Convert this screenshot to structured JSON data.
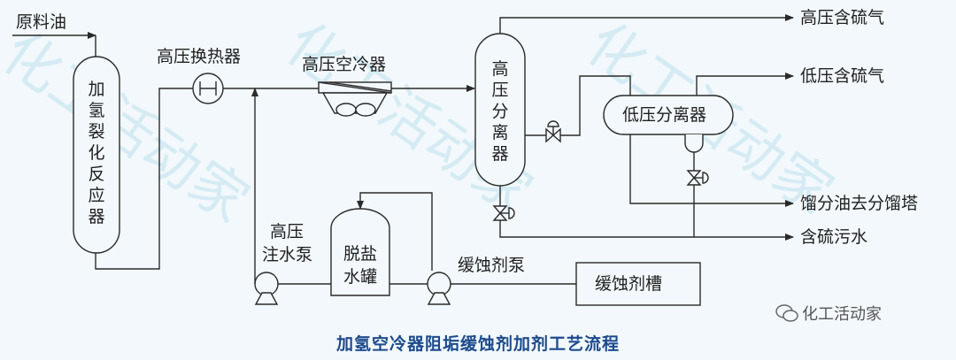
{
  "labels": {
    "crude_oil": "原料油",
    "reactor": "加氢裂化反应器",
    "hp_exchanger": "高压换热器",
    "hp_air_cooler": "高压空冷器",
    "hp_separator": "高压分离器",
    "lp_separator": "低压分离器",
    "hp_sour_gas": "高压含硫气",
    "lp_sour_gas": "低压含硫气",
    "distillate_to_fractionator": "馏分油去分馏塔",
    "sour_water": "含硫污水",
    "hp_water_pump_line1": "高压",
    "hp_water_pump_line2": "注水泵",
    "desalted_tank_line1": "脱盐",
    "desalted_tank_line2": "水罐",
    "inhibitor_pump": "缓蚀剂泵",
    "inhibitor_tank": "缓蚀剂槽"
  },
  "caption": "加氢空冷器阻垢缓蚀剂加剂工艺流程",
  "brand": "化工活动家",
  "watermark": "化工活动家",
  "colors": {
    "line": "#2a2a2a",
    "caption": "#1c4a8c",
    "background": "#f2f8fb",
    "watermark": "#8cc8e1"
  }
}
